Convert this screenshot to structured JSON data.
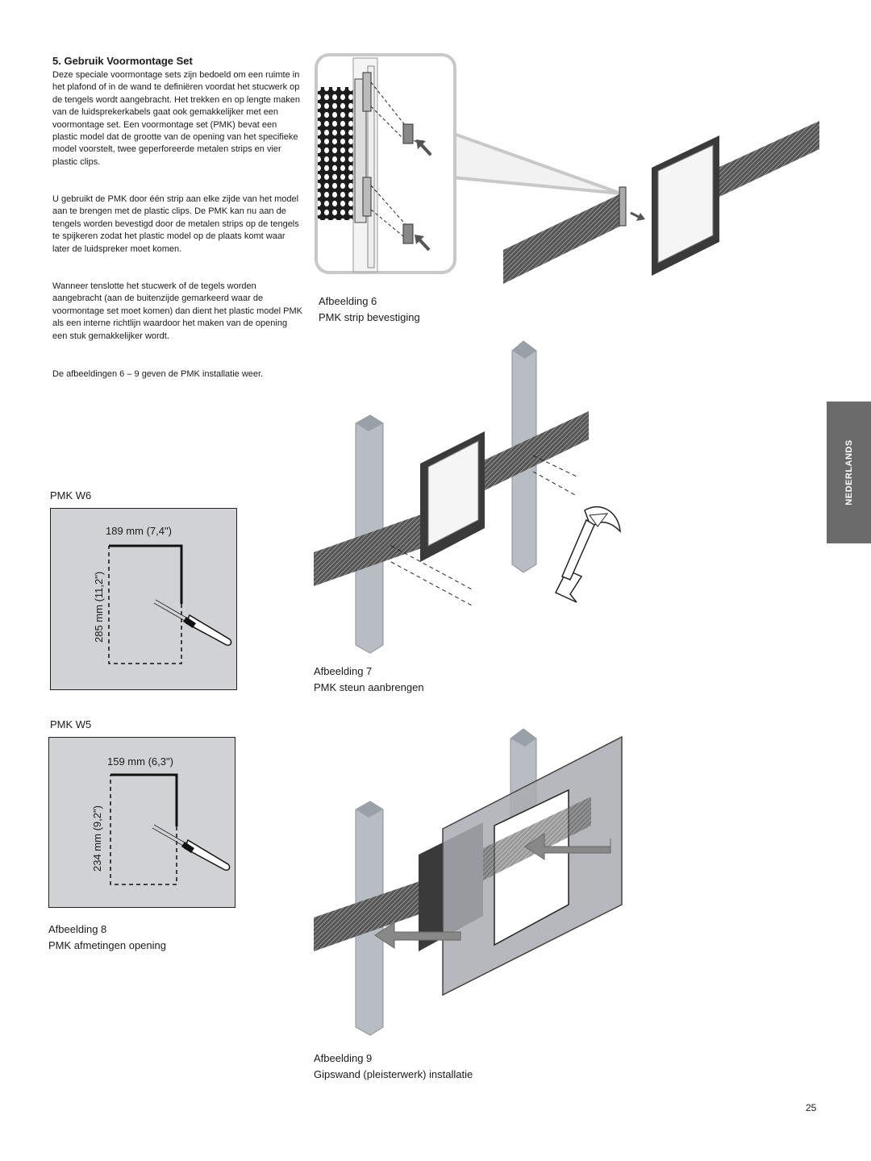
{
  "section": {
    "title": "5. Gebruik Voormontage Set",
    "paragraphs": [
      "Deze speciale voormontage sets zijn bedoeld om een ruimte in het plafond of in de wand te definiëren voordat het stucwerk op de tengels wordt aangebracht. Het trekken en op lengte maken van de luidsprekerkabels gaat ook gemakkelijker met een voormontage set. Een voormontage set (PMK) bevat een plastic model dat de grootte van de opening van het specifieke model voorstelt, twee geperforeerde metalen strips en vier plastic clips.",
      "U gebruikt de PMK door één strip aan elke zijde van het model aan te brengen met de plastic clips. De PMK kan nu aan de tengels worden bevestigd door de metalen strips op de tengels te spijkeren zodat het plastic model op de plaats komt waar later de luidspreker moet komen.",
      "Wanneer tenslotte het stucwerk of de tegels worden aangebracht (aan de buitenzijde gemarkeerd waar de voormontage set moet komen) dan dient het plastic model PMK als een interne richtlijn waardoor het maken van de opening een stuk gemakkelijker wordt.",
      "De afbeeldingen 6 – 9 geven de PMK installatie weer."
    ]
  },
  "figures": {
    "fig6": {
      "number": "Afbeelding 6",
      "title": "PMK strip bevestiging"
    },
    "fig7": {
      "number": "Afbeelding 7",
      "title": "PMK steun aanbrengen"
    },
    "fig8": {
      "number": "Afbeelding 8",
      "title": "PMK afmetingen opening"
    },
    "fig9": {
      "number": "Afbeelding 9",
      "title": "Gipswand (pleisterwerk) installatie"
    }
  },
  "pmk_w6": {
    "label": "PMK W6",
    "width_label": "189 mm (7,4\")",
    "height_label": "285 mm (11,2\")"
  },
  "pmk_w5": {
    "label": "PMK W5",
    "width_label": "159 mm (6,3\")",
    "height_label": "234 mm (9,2\")"
  },
  "side_tab": {
    "label": "NEDERLANDS"
  },
  "page_number": "25",
  "colors": {
    "tab_bg": "#6b6b6b",
    "panel_bg": "#d0d2d6",
    "arrow_gray": "#888888"
  }
}
